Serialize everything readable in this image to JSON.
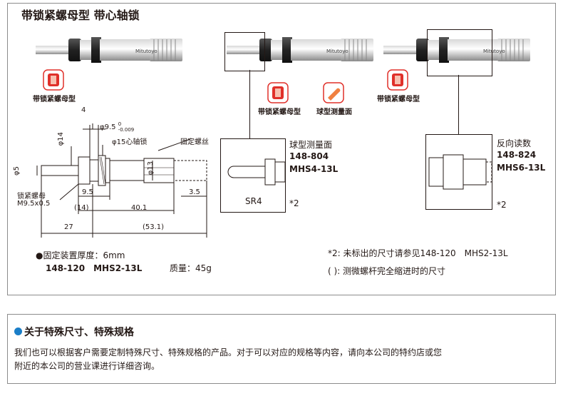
{
  "top_panel": {
    "title": "带锁紧螺母型 带心轴锁",
    "left_icon_label": "带锁紧螺母型",
    "mid_icon_label_1": "带锁紧螺母型",
    "mid_icon_label_2": "球型测量面",
    "right_icon_label": "带锁紧螺母型",
    "dims": {
      "d4": "4",
      "d14": "φ14",
      "d9_5": "φ9.5",
      "d9_5_tol_upper": "0",
      "d9_5_tol_lower": "-0.009",
      "d15": "φ15心轴锁",
      "fixed_thread": "固定螺丝",
      "d5": "φ5",
      "d13": "φ13",
      "lock_nut": "锁紧螺母",
      "lock_nut_spec": "M9.5x0.5",
      "l9_5": "9.5",
      "l3_5": "3.5",
      "l14": "(14)",
      "l40_1": "40.1",
      "l27": "27",
      "l53_1": "(53.1)"
    },
    "mid_detail": {
      "label": "SR4",
      "title": "球型测量面",
      "model": "148-804",
      "code": "MHS4-13L",
      "note": "*2"
    },
    "right_detail": {
      "title": "反向读数",
      "model": "148-824",
      "code": "MHS6-13L",
      "note": "*2"
    },
    "spec_line_1": "●固定装置厚度：6mm",
    "spec_model": "148-120　MHS2-13L",
    "spec_mass": "质量：45g",
    "note_2": "*2: 未标出的尺寸请参见148-120　MHS2-13L",
    "note_paren": "( ): 测微螺杆完全缩进时的尺寸",
    "brand": "Mitutoyo"
  },
  "bottom_panel": {
    "heading": "关于特殊尺寸、特殊规格",
    "body_line_1": "我们也可以根据客户需要定制特殊尺寸、特殊规格的产品。对于可以对应的规格等内容，请向本公司的特约店或您",
    "body_line_2": "附近的本公司的营业课进行详细咨询。"
  },
  "colors": {
    "accent_blue": "#1a7ec8",
    "icon_red": "#e0302a",
    "icon_orange": "#f08040"
  }
}
